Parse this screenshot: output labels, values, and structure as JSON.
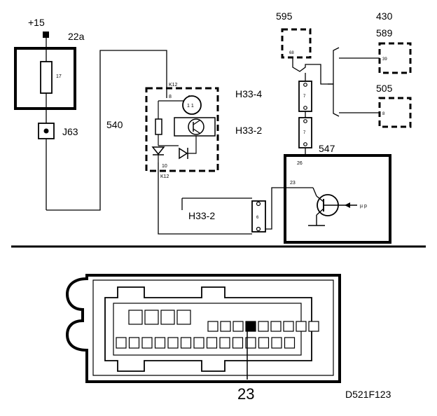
{
  "schematic": {
    "supply_label": "+15",
    "fuse_box_label": "22a",
    "fuse_number": "17",
    "connector_label": "J63",
    "wire_label": "540",
    "instrument_top_label": "H33-4",
    "instrument_mid_label": "H33-2",
    "instrument_pin_top": "K12",
    "instrument_pin_top_num": "8",
    "instrument_pin_bottom_num": "10",
    "instrument_pin_bottom": "K12",
    "gauge_text": "1 1",
    "lower_connector_label": "H33-2",
    "lower_connector_pin": "6",
    "box_595": "595",
    "box_595_pin": "68",
    "box_430": "430",
    "box_589": "589",
    "box_589_pin": "39",
    "box_505": "505",
    "box_505_pin": "8",
    "connector_pin_a": "7",
    "connector_pin_b": "7",
    "ecu_label": "547",
    "ecu_pin_top": "26",
    "ecu_pin_transistor": "23",
    "ecu_mu_p": "µ p"
  },
  "connector_view": {
    "highlight_pin_label": "23",
    "figure_code": "D521F123"
  },
  "colors": {
    "ink": "#000000",
    "paper": "#ffffff"
  }
}
